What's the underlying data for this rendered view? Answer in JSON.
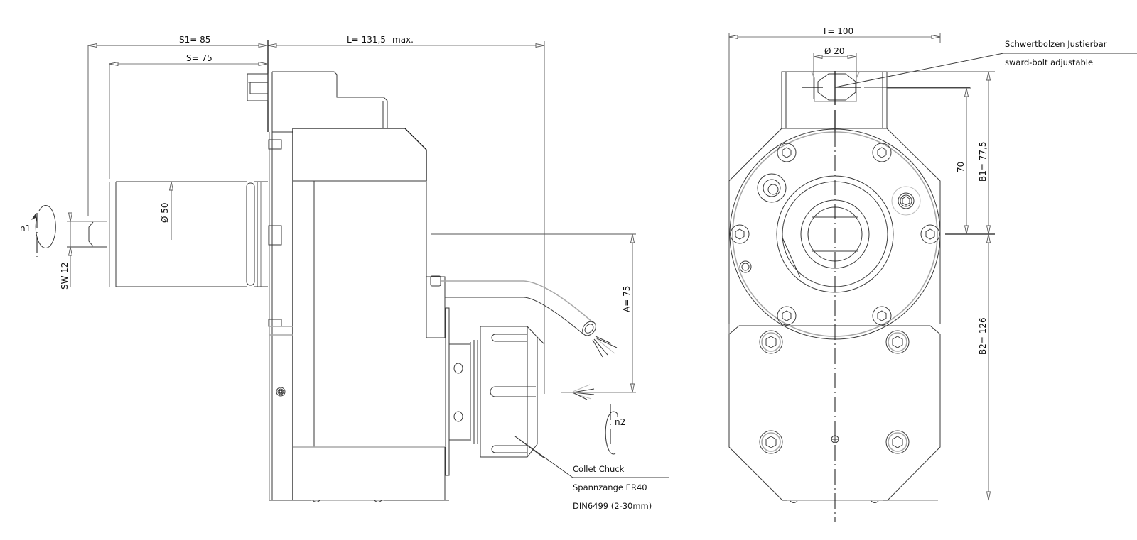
{
  "side_view": {
    "dimensions": {
      "s1": "S1=  85",
      "s": "S= 75",
      "l": "L=  131,5",
      "l_suffix": "max.",
      "diameter": "Ø 50",
      "sw": "SW 12",
      "a": "A= 75"
    },
    "rotation_labels": {
      "n1": "n1",
      "n2": "n2"
    },
    "callout": {
      "line1": "Collet Chuck",
      "line2": "Spannzange ER40",
      "line3": "DIN6499 (2-30mm)"
    }
  },
  "front_view": {
    "dimensions": {
      "t": "T=  100",
      "bolt_diameter": "Ø 20",
      "h70": "70",
      "b1": "B1=  77,5",
      "b2": "B2=  126"
    },
    "callout": {
      "line1": "Schwertbolzen Justierbar",
      "line2": "sward-bolt adjustable"
    }
  }
}
